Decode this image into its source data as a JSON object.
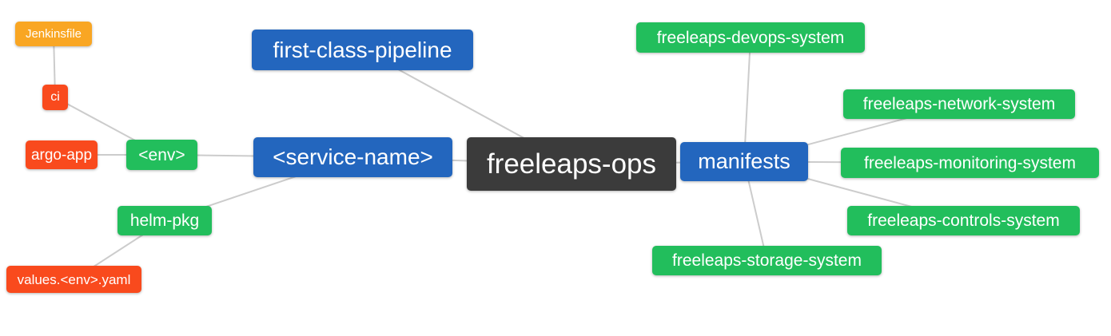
{
  "diagram": {
    "title": "freeleaps-ops mind map",
    "background_color": "#ffffff",
    "edge_color": "#cccccc",
    "palette": {
      "root_dark": "#3B3B3B",
      "branch_blue": "#2366BE",
      "leaf_green": "#22BE5C",
      "leaf_red": "#F94A1D",
      "leaf_orange": "#F9A623",
      "text": "#ffffff"
    },
    "nodes": {
      "freeleaps_ops": {
        "label": "freeleaps-ops"
      },
      "first_class_pipeline": {
        "label": "first-class-pipeline"
      },
      "service_name": {
        "label": "<service-name>"
      },
      "manifests": {
        "label": "manifests"
      },
      "env": {
        "label": "<env>"
      },
      "helm_pkg": {
        "label": "helm-pkg"
      },
      "ci": {
        "label": "ci"
      },
      "argo_app": {
        "label": "argo-app"
      },
      "jenkinsfile": {
        "label": "Jenkinsfile"
      },
      "values_env_yaml": {
        "label": "values.<env>.yaml"
      },
      "devops_system": {
        "label": "freeleaps-devops-system"
      },
      "network_system": {
        "label": "freeleaps-network-system"
      },
      "monitoring_system": {
        "label": "freeleaps-monitoring-system"
      },
      "controls_system": {
        "label": "freeleaps-controls-system"
      },
      "storage_system": {
        "label": "freeleaps-storage-system"
      }
    },
    "edges": [
      [
        "jenkinsfile",
        "ci"
      ],
      [
        "ci",
        "env"
      ],
      [
        "argo_app",
        "env"
      ],
      [
        "env",
        "service_name"
      ],
      [
        "helm_pkg",
        "service_name"
      ],
      [
        "values_env_yaml",
        "helm_pkg"
      ],
      [
        "service_name",
        "freeleaps_ops"
      ],
      [
        "first_class_pipeline",
        "freeleaps_ops"
      ],
      [
        "freeleaps_ops",
        "manifests"
      ],
      [
        "manifests",
        "devops_system"
      ],
      [
        "manifests",
        "network_system"
      ],
      [
        "manifests",
        "monitoring_system"
      ],
      [
        "manifests",
        "controls_system"
      ],
      [
        "manifests",
        "storage_system"
      ]
    ]
  }
}
